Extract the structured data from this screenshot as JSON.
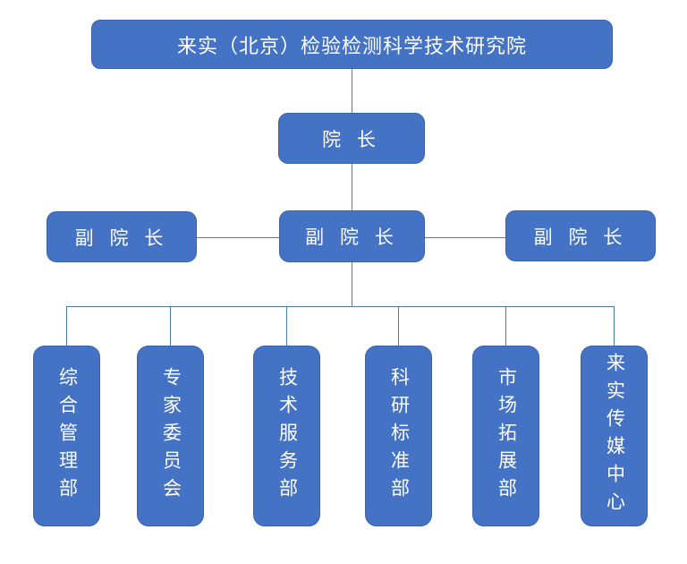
{
  "colors": {
    "box_fill": "#4472C4",
    "box_border": "#3A62AE",
    "connector": "#4E7CB5",
    "text_color": "#FFFFFF",
    "background": "#FFFFFF"
  },
  "org_chart": {
    "institute": {
      "label": "来实（北京）检验检测科学技术研究院"
    },
    "president": {
      "label": "院 长"
    },
    "vice_presidents": [
      {
        "label": "副 院 长"
      },
      {
        "label": "副 院 长"
      },
      {
        "label": "副 院 长"
      }
    ],
    "departments": [
      {
        "label": "综合管理部"
      },
      {
        "label": "专家委员会"
      },
      {
        "label": "技术服务部"
      },
      {
        "label": "科研标准部"
      },
      {
        "label": "市场拓展部"
      },
      {
        "label": "来实传媒中心"
      }
    ]
  }
}
